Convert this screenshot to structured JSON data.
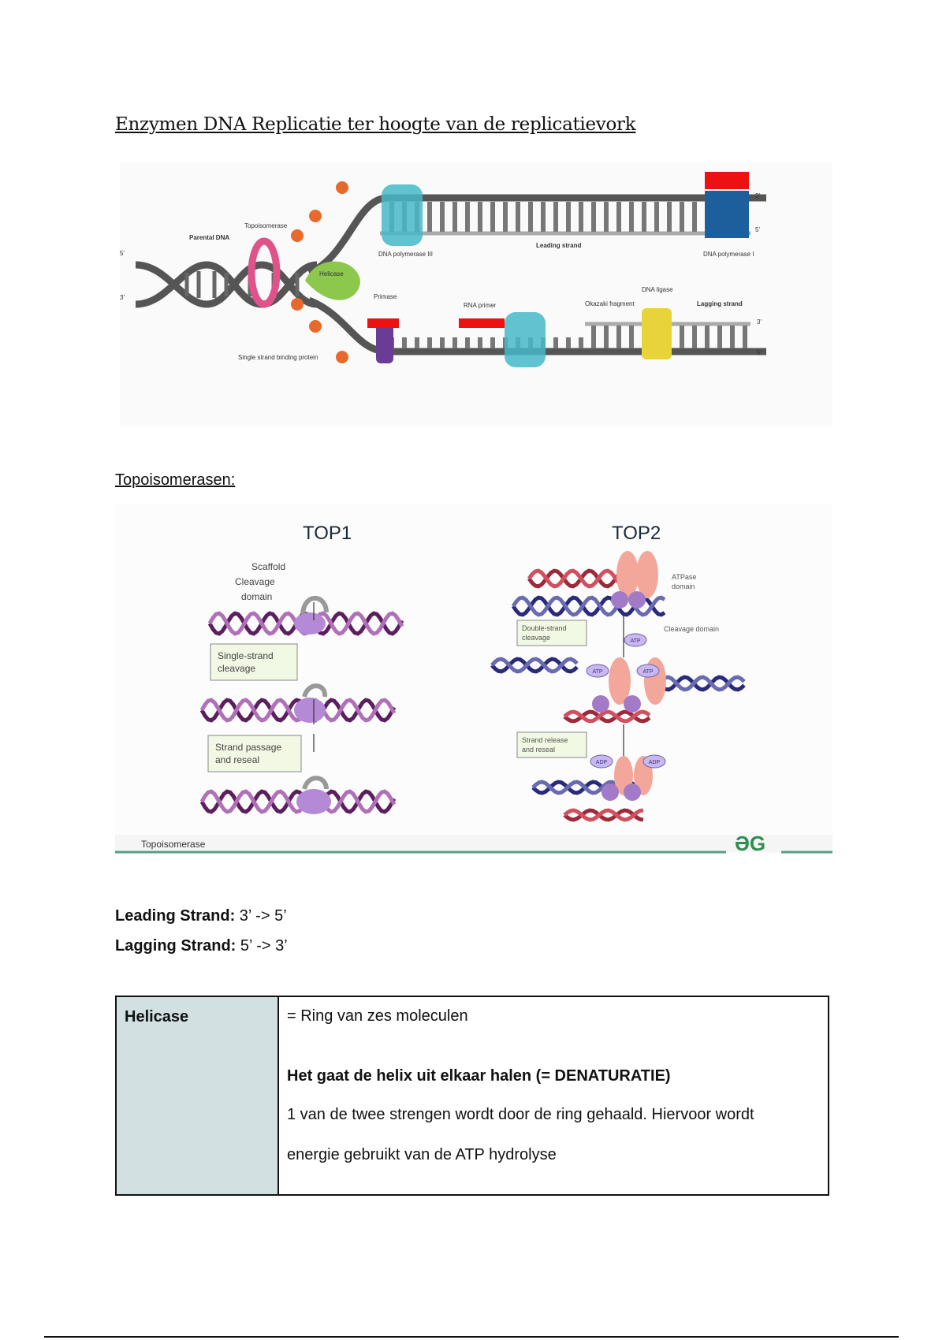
{
  "title": "Enzymen DNA Replicatie ter hoogte van de replicatievork",
  "figure1": {
    "labels": {
      "parental_dna": "Parental DNA",
      "topoisomerase": "Topoisomerase",
      "helicase": "Helicase",
      "dna_pol3": "DNA polymerase III",
      "leading_strand": "Leading strand",
      "dna_pol1": "DNA polymerase I",
      "primase": "Primase",
      "rna_primer": "RNA primer",
      "okazaki": "Okazaki fragment",
      "dna_ligase": "DNA ligase",
      "lagging_strand": "Lagging strand",
      "ssb": "Single strand binding protein",
      "five_prime": "5'",
      "three_prime": "3'"
    }
  },
  "topo_heading": "Topoisomerasen:",
  "figure2": {
    "top1": "TOP1",
    "top2": "TOP2",
    "scaffold": "Scaffold",
    "cleavage": "Cleavage",
    "domain": "domain",
    "single_strand_1": "Single-strand",
    "single_strand_2": "cleavage",
    "passage_1": "Strand passage",
    "passage_2": "and reseal",
    "atpase_1": "ATPase",
    "atpase_2": "domain",
    "cleavage_domain": "Cleavage domain",
    "double_1": "Double-strand",
    "double_2": "cleavage",
    "release_1": "Strand release",
    "release_2": "and reseal",
    "atp": "ATP",
    "adp": "ADP",
    "footer": "Topoisomerase",
    "logo": "GG"
  },
  "strands": {
    "leading_label": "Leading Strand:",
    "leading_value": " 3’ -> 5’",
    "lagging_label": "Lagging Strand:",
    "lagging_value": " 5’ -> 3’"
  },
  "table": {
    "term": "Helicase",
    "line1": "= Ring van zes moleculen",
    "line2": "Het gaat de helix uit elkaar halen (= DENATURATIE)",
    "line3": "1 van de twee strengen wordt door de ring gehaald. Hiervoor wordt",
    "line4": "energie gebruikt van de ATP hydrolyse"
  },
  "colors": {
    "table_header_bg": "#d3e0e2",
    "accent_green": "#2f8f4e"
  }
}
